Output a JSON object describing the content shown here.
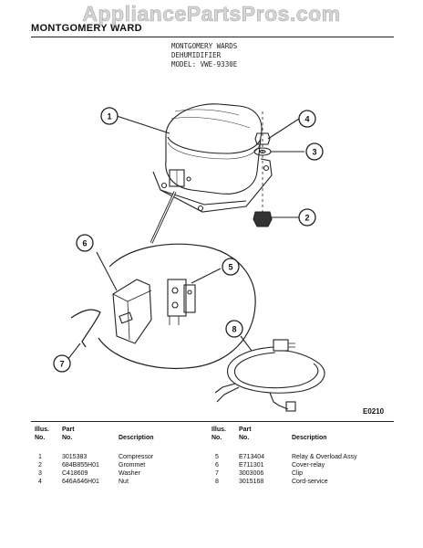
{
  "watermark": "AppliancePartsPros.com",
  "brand": "MONTGOMERY WARD",
  "header": {
    "line1": "MONTGOMERY WARDS",
    "line2": "DEHUMIDIFIER",
    "line3": "MODEL: VWE-9330E"
  },
  "figure_code": "E0210",
  "callouts": [
    "1",
    "2",
    "3",
    "4",
    "5",
    "6",
    "7",
    "8"
  ],
  "table": {
    "headers": {
      "illus_top": "Illus.",
      "illus_bottom": "No.",
      "part_top": "Part",
      "part_bottom": "No.",
      "desc": "Description"
    },
    "left": [
      {
        "illus": "1",
        "part": "3015383",
        "desc": "Compressor"
      },
      {
        "illus": "2",
        "part": "684B855H01",
        "desc": "Grommet"
      },
      {
        "illus": "3",
        "part": "C418609",
        "desc": "Washer"
      },
      {
        "illus": "4",
        "part": "646A646H01",
        "desc": "Nut"
      }
    ],
    "right": [
      {
        "illus": "5",
        "part": "E713404",
        "desc": "Relay & Overload Assy"
      },
      {
        "illus": "6",
        "part": "E711301",
        "desc": "Cover-relay"
      },
      {
        "illus": "7",
        "part": "3003006",
        "desc": "Clip"
      },
      {
        "illus": "8",
        "part": "3015168",
        "desc": "Cord-service"
      }
    ]
  }
}
